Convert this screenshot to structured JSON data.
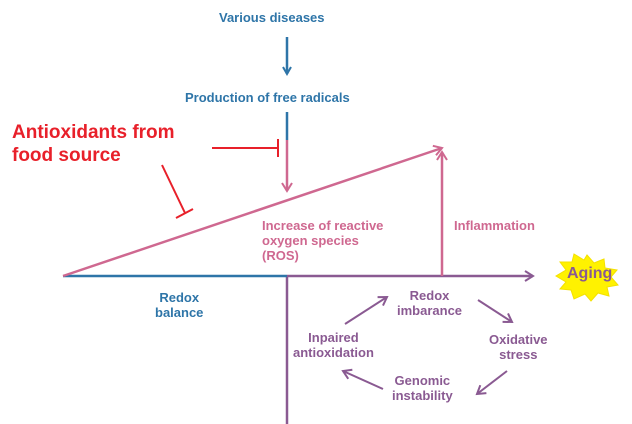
{
  "labels": {
    "various_diseases": "Various diseases",
    "production_free_radicals": "Production of free radicals",
    "antioxidants_line1": "Antioxidants from",
    "antioxidants_line2": "food source",
    "ros_line1": "Increase of reactive",
    "ros_line2": "oxygen species",
    "ros_line3": "(ROS)",
    "inflammation": "Inflammation",
    "aging": "Aging",
    "redox_balance_line1": "Redox",
    "redox_balance_line2": "balance",
    "redox_imbalance_line1": "Redox",
    "redox_imbalance_line2": "imbarance",
    "oxidative_line1": "Oxidative",
    "oxidative_line2": "stress",
    "genomic_line1": "Genomic",
    "genomic_line2": "instability",
    "inpaired_line1": "Inpaired",
    "inpaired_line2": "antioxidation"
  },
  "colors": {
    "blue": "#2E75A8",
    "pink": "#CF6890",
    "purple": "#8A5A92",
    "red": "#E8202A",
    "star_fill": "#FFF200",
    "star_text": "#8A5A92"
  }
}
